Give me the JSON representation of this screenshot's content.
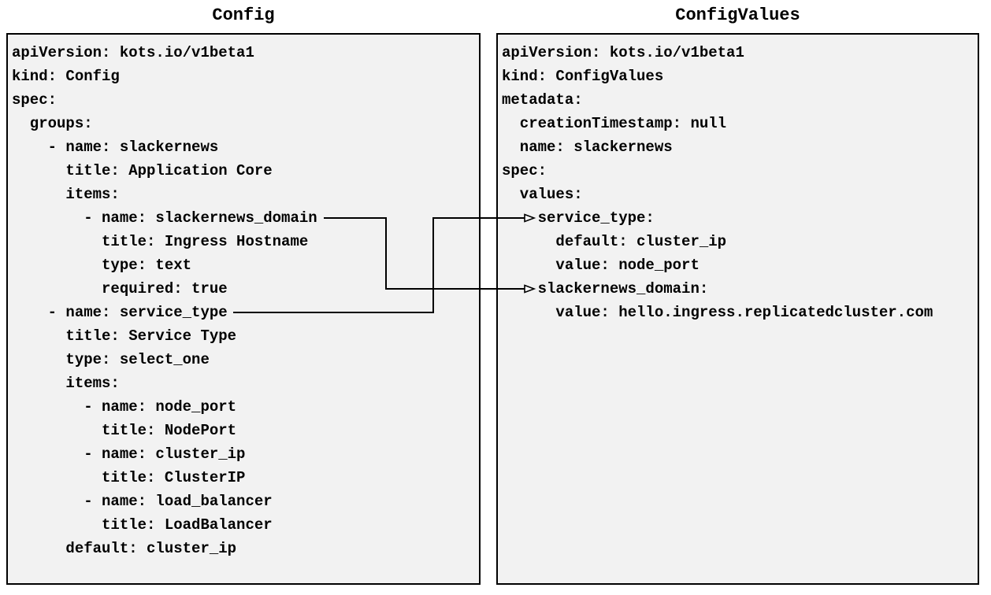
{
  "diagram": {
    "background": "#ffffff",
    "panel_fill": "#f2f2f2",
    "panel_border": "#000000",
    "text_color": "#000000",
    "connector_color": "#000000"
  },
  "config_panel": {
    "title": "Config",
    "yaml_lines": [
      "apiVersion: kots.io/v1beta1",
      "kind: Config",
      "spec:",
      "  groups:",
      "    - name: slackernews",
      "      title: Application Core",
      "      items:",
      "        - name: slackernews_domain",
      "          title: Ingress Hostname",
      "          type: text",
      "          required: true",
      "    - name: service_type",
      "      title: Service Type",
      "      type: select_one",
      "      items:",
      "        - name: node_port",
      "          title: NodePort",
      "        - name: cluster_ip",
      "          title: ClusterIP",
      "        - name: load_balancer",
      "          title: LoadBalancer",
      "      default: cluster_ip"
    ]
  },
  "config_values_panel": {
    "title": "ConfigValues",
    "yaml_lines": [
      "apiVersion: kots.io/v1beta1",
      "kind: ConfigValues",
      "metadata:",
      "  creationTimestamp: null",
      "  name: slackernews",
      "spec:",
      "  values:",
      "    service_type:",
      "      default: cluster_ip",
      "      value: node_port",
      "    slackernews_domain:",
      "      value: hello.ingress.replicatedcluster.com"
    ]
  },
  "connections": [
    {
      "from": "Config item name: service_type",
      "to": "ConfigValues values service_type:"
    },
    {
      "from": "Config item name: slackernews_domain",
      "to": "ConfigValues values slackernews_domain:"
    }
  ]
}
